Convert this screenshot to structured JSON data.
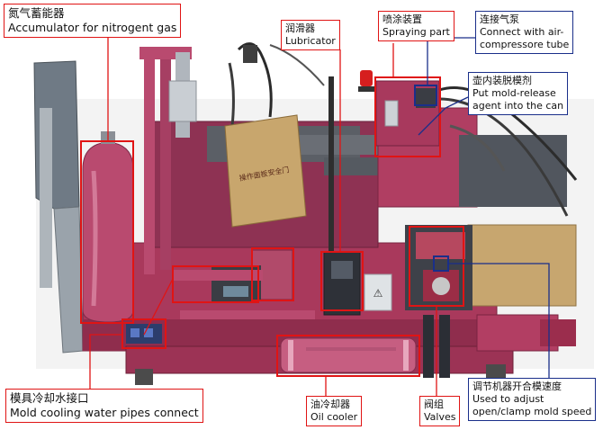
{
  "colors": {
    "callout_red": "#e01414",
    "callout_blue": "#1a2f8a",
    "machine_pink": "#b8456a",
    "machine_dark": "#3a3a3f"
  },
  "labels": {
    "accumulator": {
      "zh": "氮气蓄能器",
      "en": "Accumulator for nitrogent gas"
    },
    "lubricator": {
      "zh": "润滑器",
      "en": "Lubricator"
    },
    "spraying": {
      "zh": "喷涂装置",
      "en": "Spraying part"
    },
    "air_compressor": {
      "zh": "连接气泵",
      "en1": "Connect with air-",
      "en2": "compressore tube"
    },
    "mold_release": {
      "zh": "壶内装脱模剂",
      "en1": "Put mold-release",
      "en2": "agent  into the can"
    },
    "cooling_water": {
      "zh": "模具冷却水接口",
      "en": "Mold cooling water pipes connect"
    },
    "oil_cooler": {
      "zh": "油冷却器",
      "en": "Oil cooler"
    },
    "valves": {
      "zh": "阀组",
      "en": "Valves"
    },
    "speed_adjust": {
      "zh": "调节机器开合模速度",
      "en1": "Used to adjust",
      "en2": "open/clamp mold speed"
    }
  },
  "machine": {
    "sign_text": "操作面板安全门",
    "warning_symbol": "⚠"
  }
}
